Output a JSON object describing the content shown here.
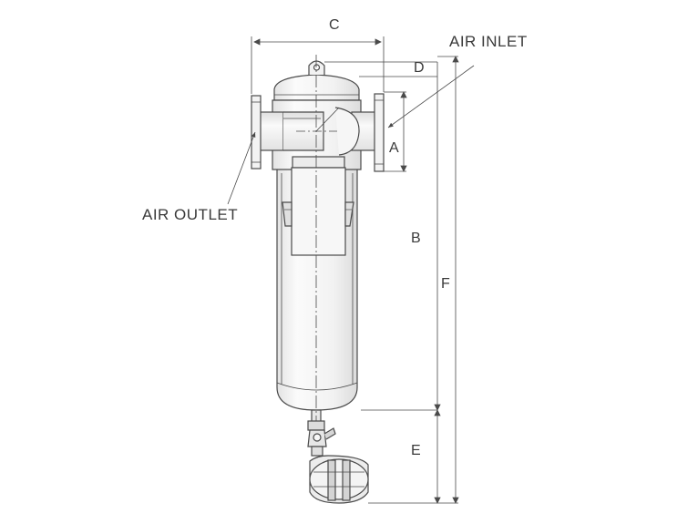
{
  "labels": {
    "air_inlet": "AIR INLET",
    "air_outlet": "AIR OUTLET"
  },
  "dimensions": {
    "a": "A",
    "b": "B",
    "c": "C",
    "d": "D",
    "e": "E",
    "f": "F"
  },
  "colors": {
    "line": "#4a4a4a",
    "fill_light": "#f4f4f4",
    "fill_mid": "#e6e6e6",
    "fill_dark": "#cfcfcf"
  }
}
